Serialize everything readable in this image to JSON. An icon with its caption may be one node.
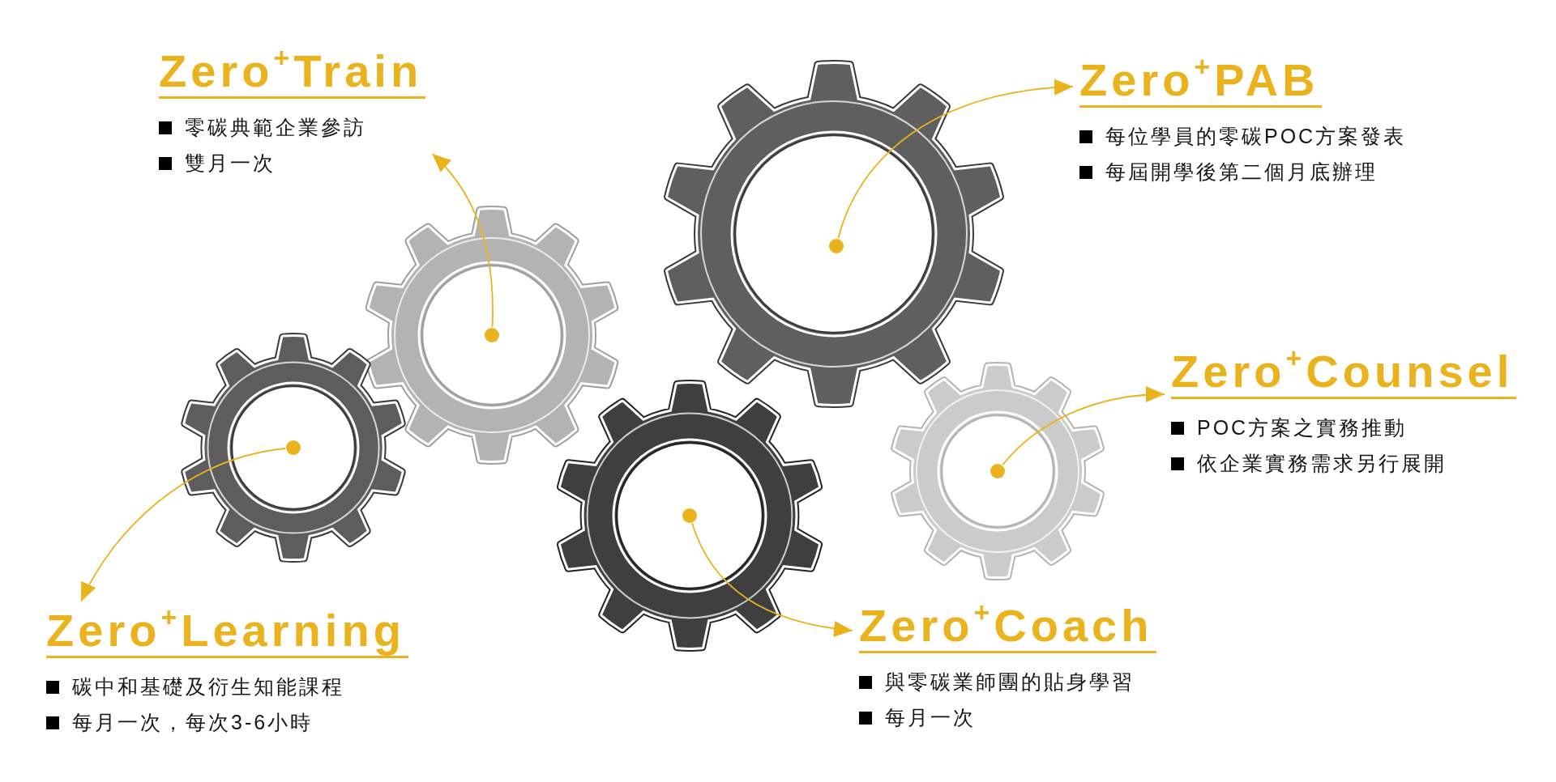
{
  "diagram": {
    "nodes": [
      {
        "text": [
          "Zero$^{+}$Train",
          "零碳典範企業參訪",
          "雙月一次"
        ]
      },
      {
        "text": [
          "Zero$^{+}$PAB",
          "每位學員的零碳POC方案發表",
          "每屆開學後第二個月底辦理"
        ]
      },
      {
        "text": [],
        "shape": "gear"
      },
      {
        "text": [],
        "shape": "circle",
        "in": 2
      },
      {
        "text": [],
        "shape": "gear"
      },
      {
        "text": [],
        "shape": "circle",
        "in": 4
      },
      {
        "text": [],
        "shape": "gear"
      },
      {
        "text": [],
        "shape": "circle",
        "in": 6
      },
      {
        "text": [],
        "shape": "gear"
      },
      {
        "text": [],
        "shape": "circle",
        "in": 8
      },
      {
        "text": [],
        "shape": "gear"
      },
      {
        "text": [],
        "shape": "circle",
        "in": 10
      },
      {
        "text": [
          "Zero$^{+}$Counsel",
          "POC方案之實務推動",
          "依企業實務需求另行展開"
        ]
      },
      {
        "text": [
          "Zero$^{+}$Learning",
          "碳中和基礎及衍生知能課程",
          "每月一次，每次3-6小時"
        ]
      },
      {
        "text": [
          "Zero$^{+}$Coach",
          "與零碳業師團的貼身學習",
          "每月一次"
        ]
      }
    ],
    "edges": [
      {
        "from": 3,
        "to": 0,
        "arrow": "to"
      },
      {
        "from": 5,
        "to": 1,
        "arrow": "to"
      },
      {
        "from": 7,
        "to": 13,
        "arrow": "to"
      },
      {
        "from": 9,
        "to": 14,
        "arrow": "to"
      },
      {
        "from": 11,
        "to": 12,
        "arrow": "to"
      }
    ]
  }
}
